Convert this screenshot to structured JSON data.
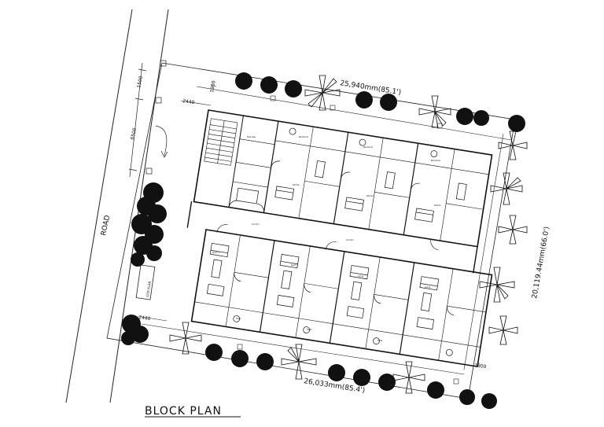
{
  "title": "BLOCK PLAN",
  "road_label": "ROAD",
  "dims": {
    "top": "25,940mm(85.1')",
    "bottom": "26,033mm(85.4')",
    "right": "20,119.44mm(66.0')",
    "setback_top_1": "1500",
    "setback_top_2": "6500",
    "gate_top": "2440",
    "gate_bottom": "2440",
    "small_top": "1900",
    "small_bottom": "1800"
  },
  "sign_label": "SITE PLAN",
  "room_labels": {
    "bed": "Bed Room",
    "kitchen": "Kitchen",
    "toilet": "Toilet",
    "living": "Living",
    "corridor": "Corridor",
    "stair": "Staircase",
    "room1": "Room 1",
    "room2": "Room 2"
  }
}
